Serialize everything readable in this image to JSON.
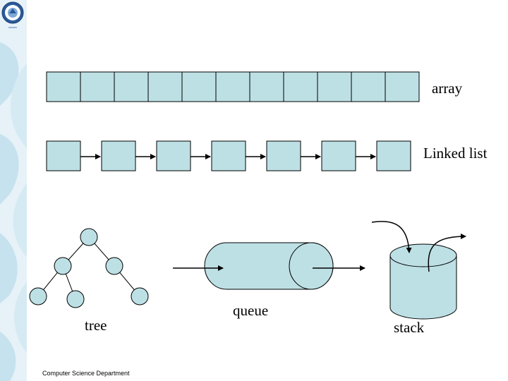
{
  "labels": {
    "array": "array",
    "linked_list": "Linked list",
    "tree": "tree",
    "queue": "queue",
    "stack": "stack"
  },
  "footer": "Computer Science Department",
  "colors": {
    "cell_fill": "#BDE0E5",
    "stroke": "#000000",
    "side_decoration": "#C6E2EE"
  },
  "structures": {
    "array_cells": 11,
    "linked_list_nodes": 7,
    "tree_nodes": 6
  }
}
